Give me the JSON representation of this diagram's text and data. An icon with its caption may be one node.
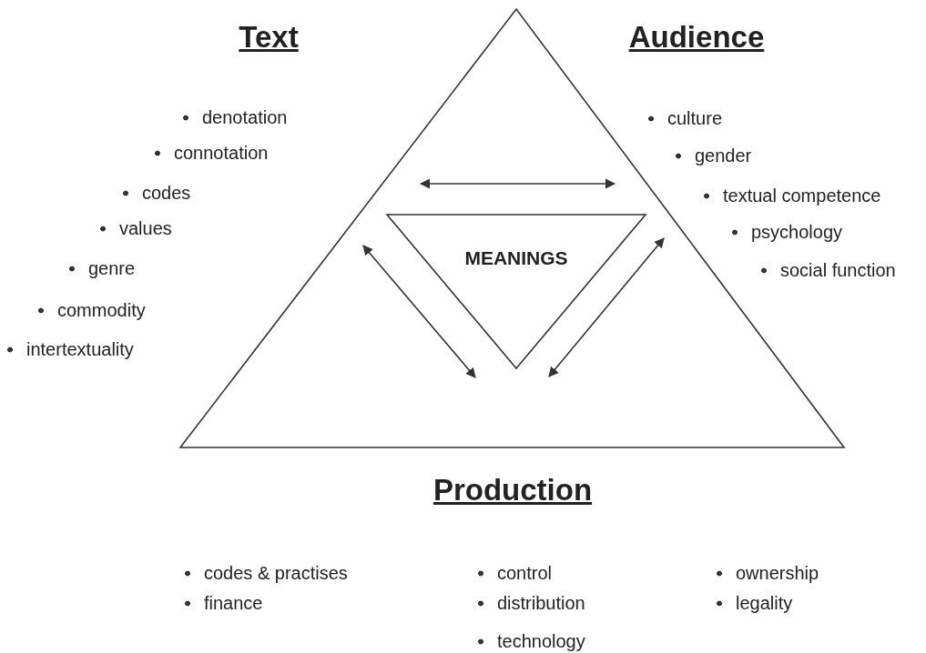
{
  "diagram": {
    "nodes": [
      {
        "text": [],
        "shape": "triangle"
      },
      {
        "text": [
          "MEANINGS"
        ],
        "in": 0
      }
    ],
    "labels": [
      "Text",
      "denotation",
      "connotation",
      "codes",
      "values",
      "genre",
      "commodity",
      "intertextuality",
      "Audience",
      "culture",
      "gender",
      "textual competence",
      "psychology",
      "social function",
      "Production",
      "codes & practises",
      "finance",
      "control",
      "distribution",
      "technology",
      "ownership",
      "legality"
    ]
  }
}
